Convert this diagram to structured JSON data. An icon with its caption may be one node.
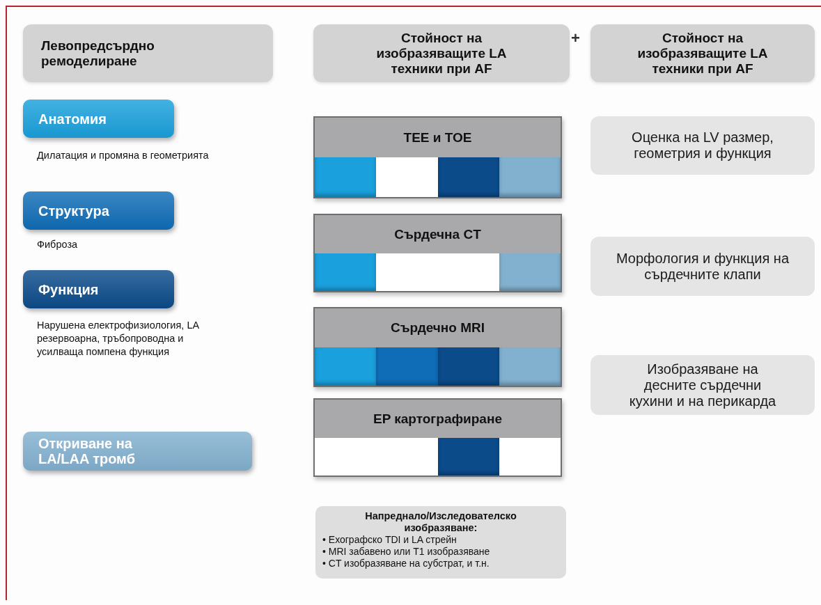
{
  "diagram": {
    "nodes": [
      {
        "text": [
          "Левопредсърдно ремоделиране"
        ]
      },
      {
        "text": [
          "Стойност на изобразяващите LA техники при AF"
        ]
      },
      {
        "text": [
          "Стойност на изобразяващите LA техники при AF"
        ]
      },
      {
        "text": [
          "Анатомия"
        ],
        "beside": [
          "Дилатация и промяна в геометрията"
        ]
      },
      {
        "text": [
          "Структура"
        ],
        "beside": [
          "Фиброза"
        ]
      },
      {
        "text": [
          "Функция"
        ],
        "beside": [
          "Нарушена електрофизиология, LA резервоарна, тръбопроводна и усилваща помпена функция"
        ]
      },
      {
        "text": [
          "Откриване на LA/LAA тромб"
        ]
      },
      {
        "text": [
          "TEE и TOE"
        ]
      },
      {
        "text": [],
        "shape": "bar",
        "in": 7
      },
      {
        "text": [],
        "shape": "bar",
        "in": 7
      },
      {
        "text": [],
        "shape": "bar",
        "in": 7
      },
      {
        "text": [
          "Сърдечна CT"
        ]
      },
      {
        "text": [],
        "shape": "bar",
        "in": 11
      },
      {
        "text": [],
        "shape": "bar",
        "in": 11
      },
      {
        "text": [
          "Сърдечно MRI"
        ]
      },
      {
        "text": [],
        "shape": "bar",
        "in": 14
      },
      {
        "text": [],
        "shape": "bar",
        "in": 14
      },
      {
        "text": [],
        "shape": "bar",
        "in": 14
      },
      {
        "text": [],
        "shape": "bar",
        "in": 14
      },
      {
        "text": [
          "EP картографиране"
        ]
      },
      {
        "text": [],
        "shape": "bar",
        "in": 19
      },
      {
        "text": [
          "Напреднало/Изследователско изобразяване:",
          "• Ехографско TDI и LA стрейн",
          "• MRI забавено или T1 изобразяване",
          "• CT изобразяване на субстрат, и т.н."
        ]
      },
      {
        "text": [
          "Оценка на LV размер, геометрия и функция"
        ]
      },
      {
        "text": [
          "Морфология и функция на сърдечните клапи"
        ]
      },
      {
        "text": [
          "Изобразяване на десните сърдечни кухини и на перикарда"
        ]
      }
    ],
    "labels": [
      "+"
    ]
  }
}
